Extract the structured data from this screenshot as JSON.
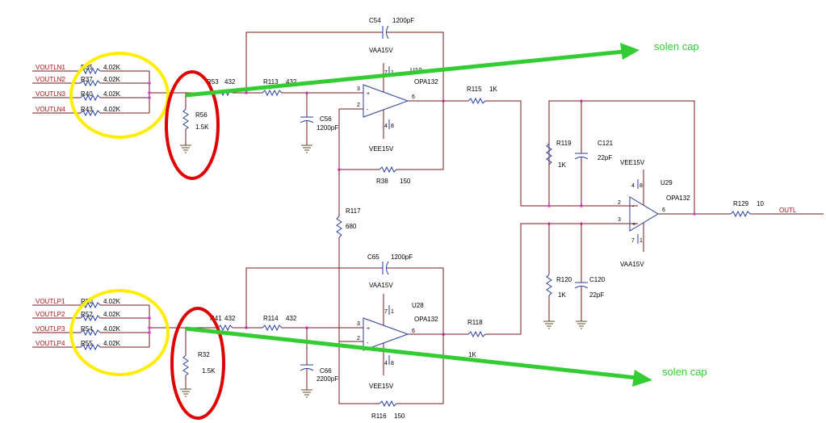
{
  "inputs_top": [
    {
      "net": "VOUTLN1",
      "ref": "R35",
      "value": "4.02K"
    },
    {
      "net": "VOUTLN2",
      "ref": "R37",
      "value": "4.02K"
    },
    {
      "net": "VOUTLN3",
      "ref": "R40",
      "value": "4.02K"
    },
    {
      "net": "VOUTLN4",
      "ref": "R43",
      "value": "4.02K"
    }
  ],
  "inputs_bottom": [
    {
      "net": "VOUTLP1",
      "ref": "R50",
      "value": "4.02K"
    },
    {
      "net": "VOUTLP2",
      "ref": "R52",
      "value": "4.02K"
    },
    {
      "net": "VOUTLP3",
      "ref": "R54",
      "value": "4.02K"
    },
    {
      "net": "VOUTLP4",
      "ref": "R55",
      "value": "4.02K"
    }
  ],
  "top": {
    "c54": {
      "ref": "C54",
      "value": "1200pF"
    },
    "r_series1": {
      "ref": "R53",
      "value": "432"
    },
    "r113": {
      "ref": "R113",
      "value": "432"
    },
    "r56": {
      "ref": "R56",
      "value": "1.5K"
    },
    "c56": {
      "ref": "C56",
      "value": "1200pF"
    },
    "opamp": {
      "ref": "U10",
      "part": "OPA132",
      "vpos": "VAA15V",
      "vneg": "VEE15V",
      "pin_in_p": "3",
      "pin_in_n": "2",
      "pin_out": "6",
      "pin_7": "7",
      "pin_1": "1",
      "pin_4": "4",
      "pin_8": "8"
    },
    "r38": {
      "ref": "R38",
      "value": "150"
    },
    "r115": {
      "ref": "R115",
      "value": "1K"
    }
  },
  "middle": {
    "r117": {
      "ref": "R117",
      "value": "680"
    }
  },
  "bottom": {
    "c65": {
      "ref": "C65",
      "value": "1200pF"
    },
    "r_series1": {
      "ref": "R41",
      "value": "432"
    },
    "r114": {
      "ref": "R114",
      "value": "432"
    },
    "r32": {
      "ref": "R32",
      "value": "1.5K"
    },
    "c66": {
      "ref": "C66",
      "value": "2200pF"
    },
    "opamp": {
      "ref": "U28",
      "part": "OPA132",
      "vpos": "VAA15V",
      "vneg": "VEE15V",
      "pin_in_p": "3",
      "pin_in_n": "2",
      "pin_out": "6",
      "pin_7": "7",
      "pin_1": "1",
      "pin_4": "4",
      "pin_8": "8"
    },
    "r116": {
      "ref": "R116",
      "value": "150"
    },
    "r118": {
      "ref": "R118",
      "value": "1K"
    }
  },
  "output_stage": {
    "r119": {
      "ref": "R119",
      "value": "1K"
    },
    "c121": {
      "ref": "C121",
      "value": "22pF"
    },
    "r120": {
      "ref": "R120",
      "value": "1K"
    },
    "c120": {
      "ref": "C120",
      "value": "22pF"
    },
    "opamp": {
      "ref": "U29",
      "part": "OPA132",
      "vneg": "VEE15V",
      "vpos": "VAA15V",
      "pin_in_n": "2",
      "pin_in_p": "3",
      "pin_out": "6",
      "pin_4": "4",
      "pin_8": "8",
      "pin_7": "7",
      "pin_1": "1"
    },
    "r129": {
      "ref": "R129",
      "value": "10"
    },
    "out_net": "OUTL"
  },
  "annotations": {
    "note_top": "solen cap",
    "note_bottom": "solen cap",
    "arrow_color": "#33cc33",
    "yellow": "#ffee00",
    "red": "#e00000"
  }
}
